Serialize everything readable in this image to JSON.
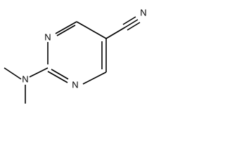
{
  "molecule": {
    "atoms": {
      "n1": "N",
      "n3": "N",
      "n_amine": "N",
      "n_nitrile": "N"
    }
  }
}
